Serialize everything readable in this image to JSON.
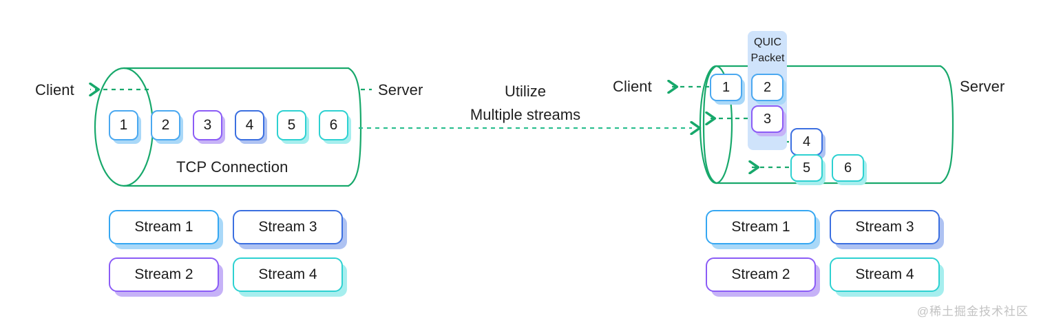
{
  "colors": {
    "cylinder_stroke": "#17a86b",
    "arrow_stroke": "#17a86b",
    "quic_band": "#cfe3fb",
    "sky": "#4aa8f0",
    "purple": "#8b5cf6",
    "indigo": "#3b6fe0",
    "teal": "#2dd1d1",
    "text": "#1f1f1f",
    "watermark": "#c3c3c3"
  },
  "left_panel": {
    "client_label": "Client",
    "server_label": "Server",
    "connection_label": "TCP Connection",
    "packets": [
      {
        "number": "1",
        "color": "sky"
      },
      {
        "number": "2",
        "color": "sky"
      },
      {
        "number": "3",
        "color": "purple"
      },
      {
        "number": "4",
        "color": "indigo"
      },
      {
        "number": "5",
        "color": "teal"
      },
      {
        "number": "6",
        "color": "teal"
      }
    ],
    "streams": [
      {
        "label": "Stream 1",
        "color": "sky"
      },
      {
        "label": "Stream 3",
        "color": "indigo"
      },
      {
        "label": "Stream 2",
        "color": "purple"
      },
      {
        "label": "Stream 4",
        "color": "teal"
      }
    ]
  },
  "middle": {
    "line1": "Utilize",
    "line2": "Multiple streams"
  },
  "right_panel": {
    "client_label": "Client",
    "server_label": "Server",
    "quic_label_line1": "QUIC",
    "quic_label_line2": "Packet",
    "packets": [
      {
        "number": "1",
        "color": "sky"
      },
      {
        "number": "2",
        "color": "sky"
      },
      {
        "number": "3",
        "color": "purple"
      },
      {
        "number": "4",
        "color": "indigo"
      },
      {
        "number": "5",
        "color": "teal"
      },
      {
        "number": "6",
        "color": "teal"
      }
    ],
    "streams": [
      {
        "label": "Stream 1",
        "color": "sky"
      },
      {
        "label": "Stream 3",
        "color": "indigo"
      },
      {
        "label": "Stream 2",
        "color": "purple"
      },
      {
        "label": "Stream 4",
        "color": "teal"
      }
    ]
  },
  "watermark": "@稀土掘金技术社区"
}
